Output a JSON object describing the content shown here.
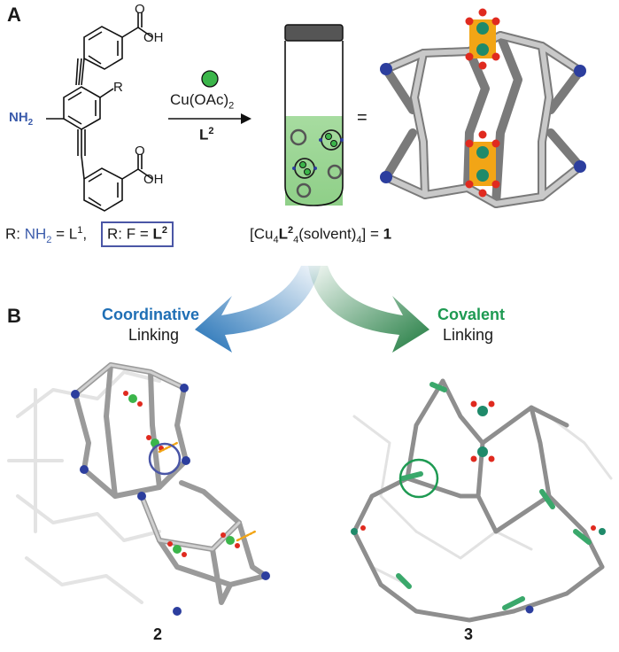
{
  "panels": {
    "a": "A",
    "b": "B"
  },
  "ligand": {
    "acid_top": "OH",
    "acid_bottom": "OH",
    "o_top": "O",
    "o_bottom": "O",
    "nh2": "NH",
    "nh2_sub": "2",
    "r_group": "R"
  },
  "reaction": {
    "reagent": "Cu(OAc)",
    "reagent_sub": "2",
    "ligand": "L",
    "ligand_sup": "2",
    "equals": "="
  },
  "legend": {
    "r_nh2_prefix": "R: ",
    "r_nh2_group": "NH",
    "r_nh2_sub": "2",
    "r_nh2_suffix": " = L",
    "r_nh2_sup": "1",
    "comma": ",",
    "boxed_prefix": "R: F = ",
    "boxed_ligand": "L",
    "boxed_sup": "2"
  },
  "formula": {
    "open": "[Cu",
    "sub1": "4",
    "ligand": "L",
    "sup": "2",
    "sub2": "4",
    "mid": "(solvent)",
    "sub3": "4",
    "close": "] = ",
    "number": "1"
  },
  "paths": {
    "coordinative": {
      "title": "Coordinative",
      "subtitle": "Linking",
      "color": "#1f6fb5"
    },
    "covalent": {
      "title": "Covalent",
      "subtitle": "Linking",
      "color": "#1e9a52"
    }
  },
  "products": {
    "left": "2",
    "right": "3"
  },
  "colors": {
    "cage_gray": "#b0b0b0",
    "amine_blue": "#2c3e9e",
    "cu_green": "#3bb54a",
    "oxygen_red": "#e02a1f",
    "carboxyl_orange": "#f2a516",
    "link_green": "#3aa86b",
    "box_blue": "#4a56a6"
  }
}
